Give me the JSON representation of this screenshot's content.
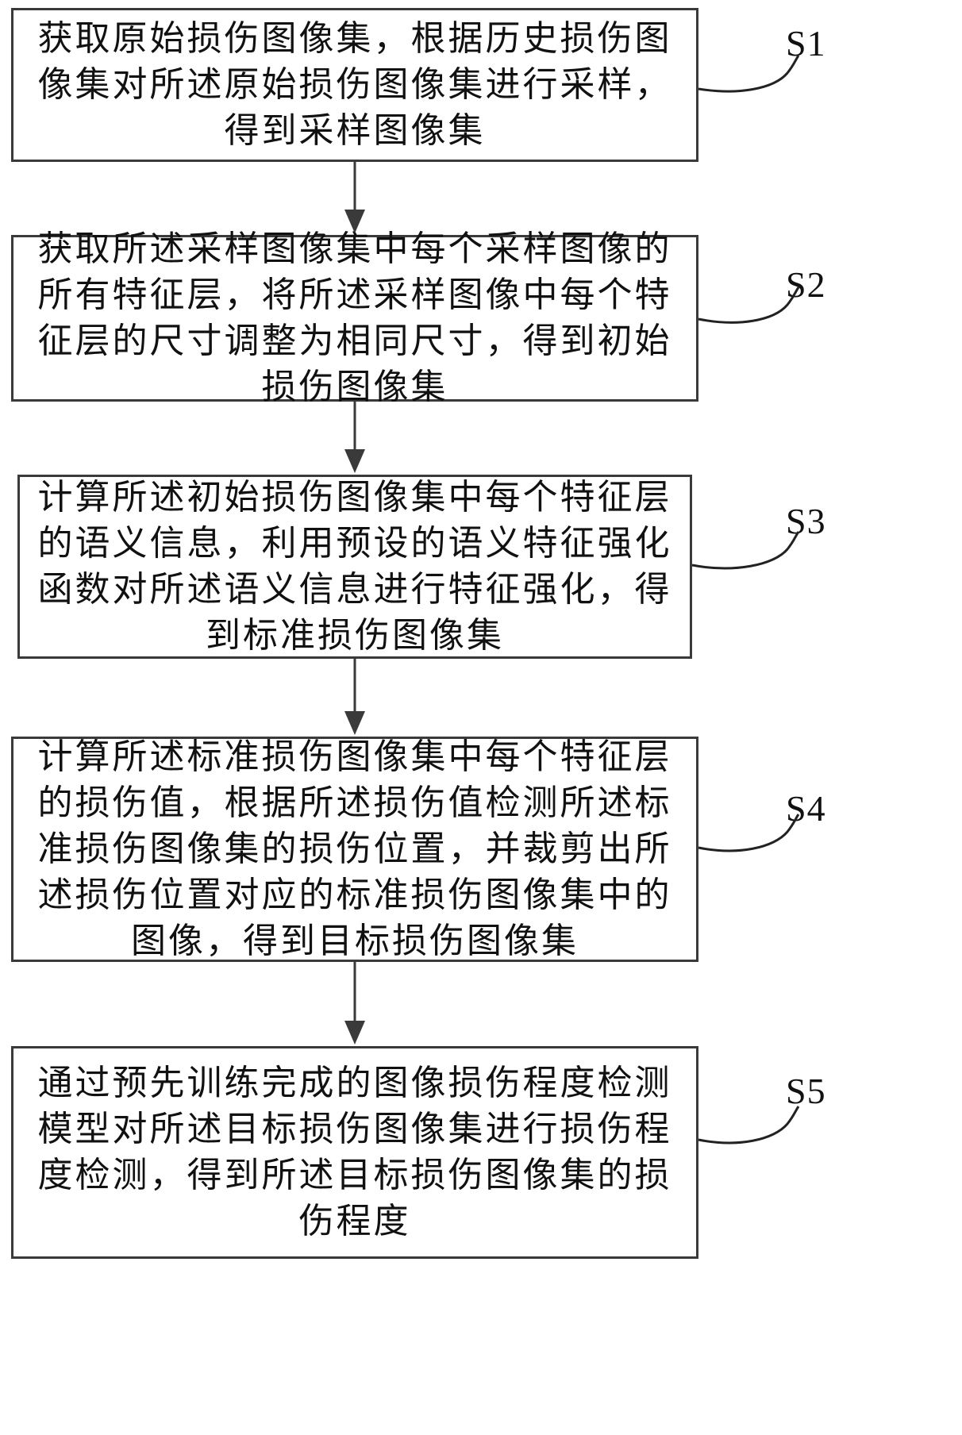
{
  "steps": [
    {
      "id": "S1",
      "text": "获取原始损伤图像集，根据历史损伤图像集对所述原始损伤图像集进行采样，得到采样图像集"
    },
    {
      "id": "S2",
      "text": "获取所述采样图像集中每个采样图像的所有特征层，将所述采样图像中每个特征层的尺寸调整为相同尺寸，得到初始损伤图像集"
    },
    {
      "id": "S3",
      "text": "计算所述初始损伤图像集中每个特征层的语义信息，利用预设的语义特征强化函数对所述语义信息进行特征强化，得到标准损伤图像集"
    },
    {
      "id": "S4",
      "text": "计算所述标准损伤图像集中每个特征层的损伤值，根据所述损伤值检测所述标准损伤图像集的损伤位置，并裁剪出所述损伤位置对应的标准损伤图像集中的图像，得到目标损伤图像集"
    },
    {
      "id": "S5",
      "text": "通过预先训练完成的图像损伤程度检测模型对所述目标损伤图像集进行损伤程度检测，得到所述目标损伤图像集的损伤程度"
    }
  ]
}
